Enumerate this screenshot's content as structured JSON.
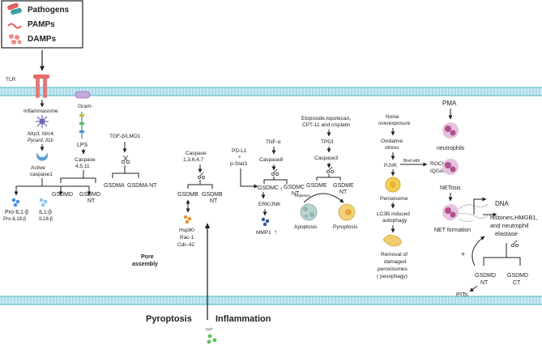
{
  "legend": {
    "pathogens": "Pathogens",
    "pamps": "PAMPs",
    "damps": "DAMPs"
  },
  "tlr": "TLR",
  "inflammasome": "Inflammasome",
  "inflammasome_genes": [
    "Nlrp3, Nlrc4,",
    "Pycard, Il1b"
  ],
  "active_caspase": [
    "Active",
    "caspase1"
  ],
  "pro_il1b": "Pro-IL1-β",
  "pro_il18b": "Pro-IL18-β",
  "il1b": "IL1-β",
  "il18b": "IL18-β",
  "gsdmd_1": "GSDMD",
  "gsdmd_nt_1": [
    "GSDMD",
    "NT"
  ],
  "gram": "Gram-",
  "lps": "LPS",
  "caspase4511": [
    "Caspase",
    "4,5,11"
  ],
  "tgf": "TGF-β/LMO1",
  "gsdma": "GSDMA",
  "gsdma_nt": "GSDMA NT",
  "caspase1367": [
    "Caspase",
    "1,3,6,4,7"
  ],
  "gsdmb": "GSDMB",
  "gsdmb_nt": [
    "GSDMB",
    "NT"
  ],
  "hsp_list": [
    "Hsp90",
    "Rac-1",
    "Cdc-42"
  ],
  "pdl1": [
    "PD-L1",
    "+",
    "p-Stat3"
  ],
  "tnf": "TNF-α",
  "caspase8": "Caspase8",
  "gsdmc": "GSDMC",
  "gsdmc_nt": [
    "GSDMC",
    "NT"
  ],
  "erk": "ERK/JNK",
  "mmp1": "MMP1",
  "chemo": [
    "Etoposide,topotecan,",
    "CPT-11 and cisplatin"
  ],
  "tp53": "TP53",
  "caspase3": "Caspase3",
  "gsdme": "GSDME",
  "gsdme_nt": [
    "GSDME",
    "NT"
  ],
  "depletion": "Depletion",
  "apoptosis": "Apoptosis",
  "pyroptosis_small": "Pyroptosis",
  "noise": [
    "Noise",
    "overexposure"
  ],
  "oxidative": [
    "Oxidative",
    "stress"
  ],
  "pjvk": "PJVK",
  "bind_with": "Bind with",
  "rock2": [
    "ROCK2",
    "IQGAP1"
  ],
  "peroxisome": "Peroxisome",
  "lc3b": [
    "LC3B induced",
    "autophagy"
  ],
  "removal": [
    "Removal of",
    "damaged",
    "peroxisomes",
    "( pexophagy)"
  ],
  "pma": "PMA",
  "neutrophils": "neutrophils",
  "netosis": "NETosis",
  "net_formation": "NET formation",
  "dna": "DNA",
  "histones": [
    "histones,HMGB1,",
    "and  neutrophil",
    "elastase"
  ],
  "plus": "+",
  "gsdmd_nt_2": [
    "GSDMD",
    "NT"
  ],
  "gsdmd_ct": [
    "GSDMD",
    "CT"
  ],
  "pits": "PITs",
  "pore_assembly": [
    "Pore",
    "assembly"
  ],
  "pyroptosis_big": "Pyroptosis",
  "inflammation": "Inflammation",
  "ca": "Ca²⁺",
  "colors": {
    "membrane": "#a8dce6",
    "membrane_dark": "#7ec6d3",
    "caspase": "#5b9fd6",
    "neutrophil": "#c86aa8",
    "peroxisome": "#e3b53a",
    "cytokine_blue": "#4a90d9",
    "cytokine_orange": "#e8912d",
    "green_ion": "#5cc05c"
  }
}
